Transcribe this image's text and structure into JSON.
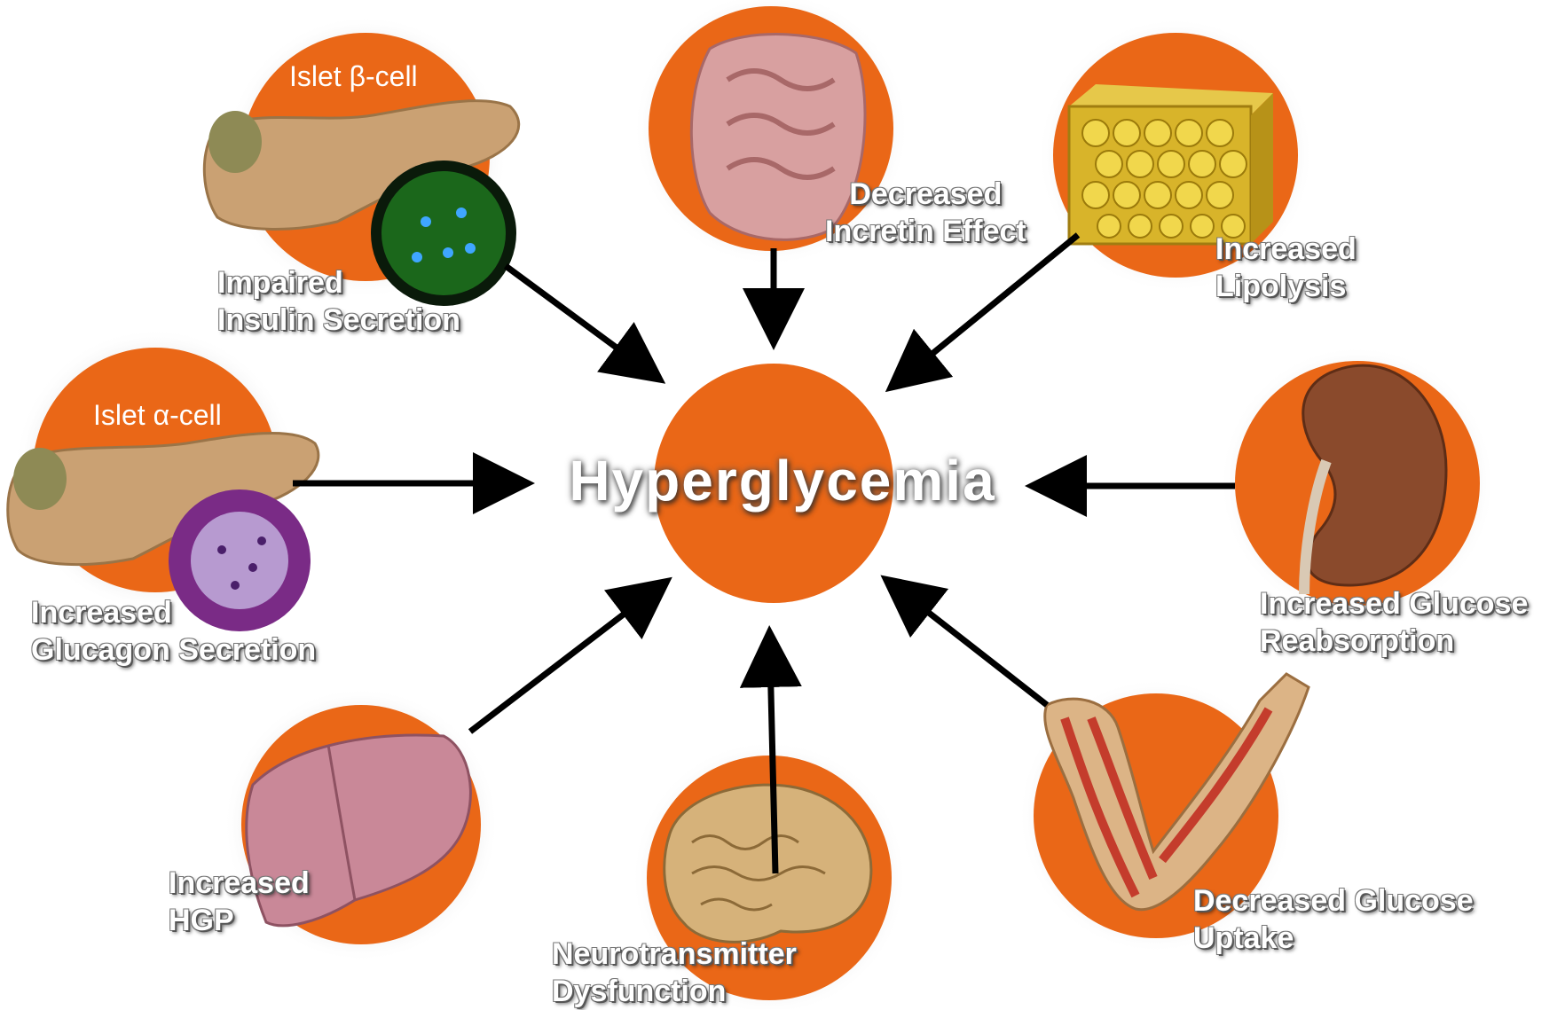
{
  "center": {
    "title": "Hyperglycemia"
  },
  "colors": {
    "accent": "#ea6717",
    "arrow": "#000000",
    "label": "#ffffff"
  },
  "nodes": [
    {
      "id": "beta-cell",
      "cell_label": "Islet β-cell",
      "label_line1": "Impaired",
      "label_line2": "Insulin Secretion",
      "icon": "pancreas-icon"
    },
    {
      "id": "incretin",
      "label_line1": "Decreased",
      "label_line2": "Incretin Effect",
      "icon": "intestine-icon"
    },
    {
      "id": "lipolysis",
      "label_line1": "Increased",
      "label_line2": "Lipolysis",
      "icon": "adipose-icon"
    },
    {
      "id": "alpha-cell",
      "cell_label": "Islet α-cell",
      "label_line1": "Increased",
      "label_line2": "Glucagon Secretion",
      "icon": "pancreas-icon"
    },
    {
      "id": "kidney",
      "label_line1": "Increased Glucose",
      "label_line2": "Reabsorption",
      "icon": "kidney-icon"
    },
    {
      "id": "liver",
      "label_line1": "Increased",
      "label_line2": "HGP",
      "icon": "liver-icon"
    },
    {
      "id": "brain",
      "label_line1": "Neurotransmitter",
      "label_line2": "Dysfunction",
      "icon": "brain-icon"
    },
    {
      "id": "muscle",
      "label_line1": "Decreased Glucose",
      "label_line2": "Uptake",
      "icon": "arm-muscle-icon"
    }
  ]
}
